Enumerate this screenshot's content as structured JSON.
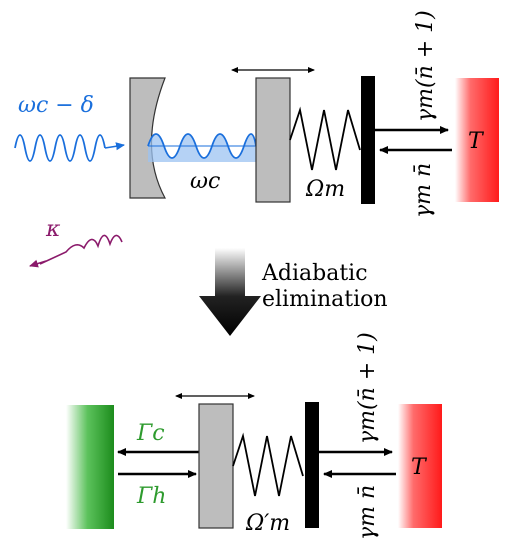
{
  "top_diagram": {
    "drive_label": "ωc − δ",
    "cavity_label": "ωc",
    "decay_label": "κ",
    "mechanics_label": "Ωm",
    "rate_up_label": "γm(n̄ + 1)",
    "rate_down_label": "γm n̄",
    "bath_label": "T"
  },
  "arrow_caption": {
    "line1": "Adiabatic",
    "line2": "elimination"
  },
  "bottom_diagram": {
    "cold_rate_label": "Γc",
    "hot_rate_label": "Γh",
    "mechanics_label": "Ω′m",
    "rate_up_label": "γm(n̄ + 1)",
    "rate_down_label": "γm n̄",
    "bath_label": "T"
  },
  "colors": {
    "blue": "#1a6fdc",
    "purple": "#8b1a6b",
    "green": "#2e9b2e",
    "red": "#ff2a2a",
    "gray": "#bdbdbd"
  }
}
